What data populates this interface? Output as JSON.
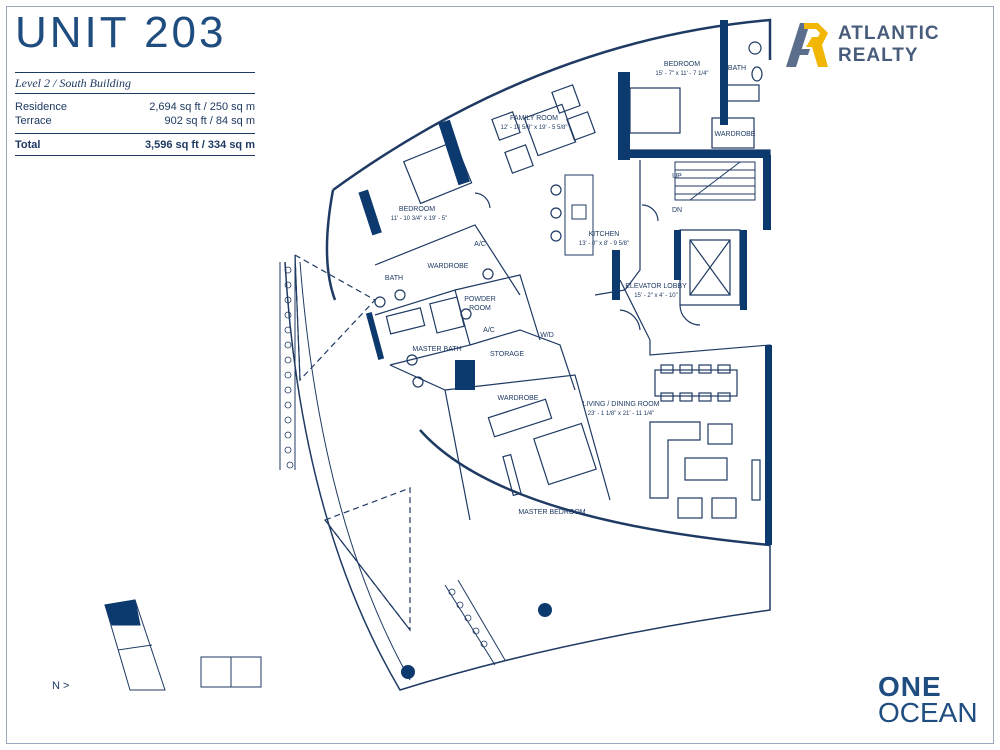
{
  "header": {
    "unit_title": "UNIT 203",
    "subtitle": "Level 2 / South Building",
    "residence_label": "Residence",
    "residence_value": "2,694 sq ft / 250 sq m",
    "terrace_label": "Terrace",
    "terrace_value": "902 sq ft / 84 sq m",
    "total_label": "Total",
    "total_value": "3,596 sq ft / 334 sq m"
  },
  "logo": {
    "line1": "ATLANTIC",
    "line2": "REALTY",
    "colors": {
      "gold": "#f2b705",
      "slate": "#5b6f8c"
    }
  },
  "brand": {
    "line1": "ONE",
    "line2": "OCEAN"
  },
  "north": {
    "label": "N",
    "glyph": ">"
  },
  "rooms": {
    "bedroom1_name": "BEDROOM",
    "bedroom1_dims": "15' - 7\" x 11' - 7 1/4\"",
    "bath1": "BATH",
    "wardrobe1": "WARDROBE",
    "family_name": "FAMILY ROOM",
    "family_dims": "12' - 10 5/8\" x 19' - 5 5/8\"",
    "bedroom2_name": "BEDROOM",
    "bedroom2_dims": "11' - 10 3/4\" x 19' - 5\"",
    "kitchen_name": "KITCHEN",
    "kitchen_dims": "13' - 0\" x 8' - 9 5/8\"",
    "up": "UP",
    "dn": "DN",
    "ac1": "A/C",
    "wardrobe2": "WARDROBE",
    "bath2": "BATH",
    "powder1": "POWDER",
    "powder2": "ROOM",
    "ac2": "A/C",
    "wd": "W/D",
    "elevator_name": "ELEVATOR LOBBY",
    "elevator_dims": "15' - 2\" x 4' - 10\"",
    "master_bath": "MASTER BATH",
    "storage": "STORAGE",
    "wardrobe3": "WARDROBE",
    "living_name": "LIVING / DINING ROOM",
    "living_dims": "23' - 1 1/8\" x 21' - 11 1/4\"",
    "master_bedroom": "MASTER BEDROOM"
  },
  "colors": {
    "wall": "#0d3a6e",
    "line": "#1f3a63",
    "accent": "#1f4d80"
  }
}
